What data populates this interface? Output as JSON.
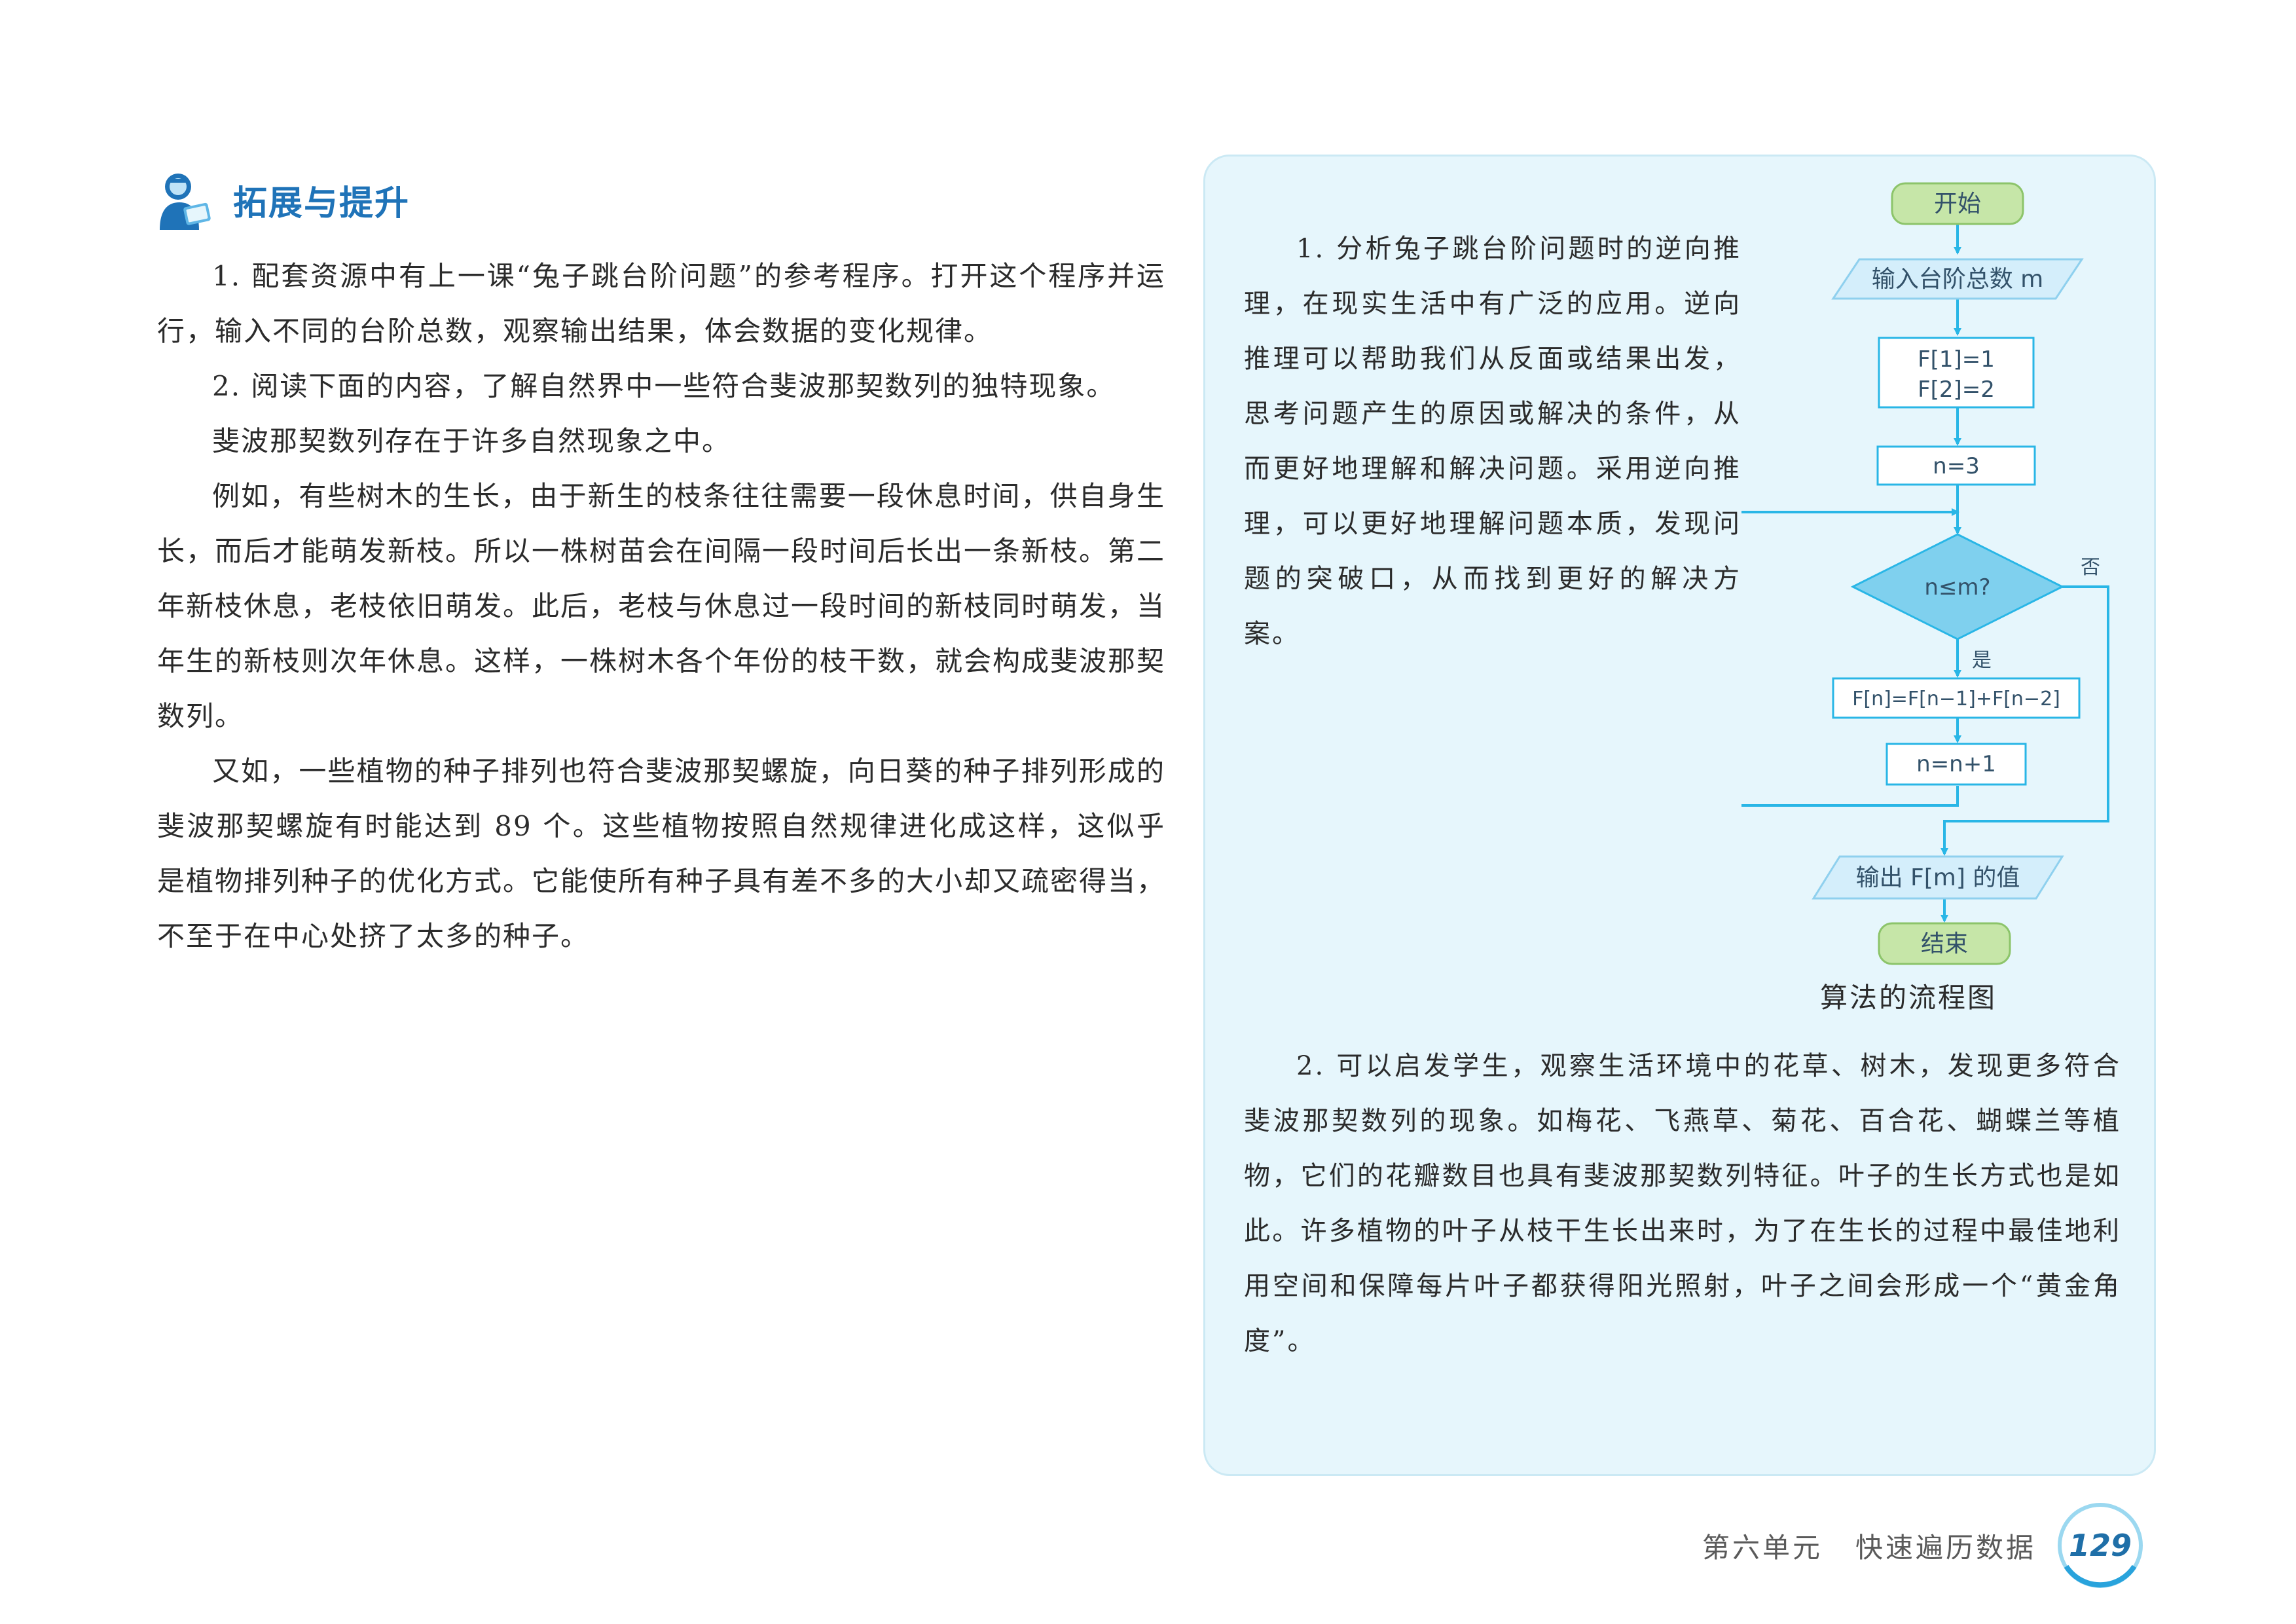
{
  "heading": {
    "title": "拓展与提升",
    "icon": "student-reading-icon"
  },
  "left": {
    "paragraphs": [
      "1. 配套资源中有上一课“兔子跳台阶问题”的参考程序。打开这个程序并运行，输入不同的台阶总数，观察输出结果，体会数据的变化规律。",
      "2. 阅读下面的内容，了解自然界中一些符合斐波那契数列的独特现象。",
      "斐波那契数列存在于许多自然现象之中。",
      "例如，有些树木的生长，由于新生的枝条往往需要一段休息时间，供自身生长，而后才能萌发新枝。所以一株树苗会在间隔一段时间后长出一条新枝。第二年新枝休息，老枝依旧萌发。此后，老枝与休息过一段时间的新枝同时萌发，当年生的新枝则次年休息。这样，一株树木各个年份的枝干数，就会构成斐波那契数列。",
      "又如，一些植物的种子排列也符合斐波那契螺旋，向日葵的种子排列形成的斐波那契螺旋有时能达到 89 个。这些植物按照自然规律进化成这样，这似乎是植物排列种子的优化方式。它能使所有种子具有差不多的大小却又疏密得当，不至于在中心处挤了太多的种子。"
    ]
  },
  "panel": {
    "p1": "1. 分析兔子跳台阶问题时的逆向推理，在现实生活中有广泛的应用。逆向推理可以帮助我们从反面或结果出发，思考问题产生的原因或解决的条件，从而更好地理解和解决问题。采用逆向推理，可以更好地理解问题本质，发现问题的突破口，从而找到更好的解决方案。",
    "p2": "2. 可以启发学生，观察生活环境中的花草、树木，发现更多符合斐波那契数列的现象。如梅花、飞燕草、菊花、百合花、蝴蝶兰等植物，它们的花瓣数目也具有斐波那契数列特征。叶子的生长方式也是如此。许多植物的叶子从枝干生长出来时，为了在生长的过程中最佳地利用空间和保障每片叶子都获得阳光照射，叶子之间会形成一个“黄金角度”。"
  },
  "flowchart": {
    "start": "开始",
    "input": "输入台阶总数 m",
    "init_1": "F[1]=1",
    "init_2": "F[2]=2",
    "set_n": "n=3",
    "condition": "n≤m?",
    "yes": "是",
    "no": "否",
    "compute": "F[n]=F[n−1]+F[n−2]",
    "increment": "n=n+1",
    "output": "输出 F[m] 的值",
    "end": "结束",
    "caption": "算法的流程图",
    "colors": {
      "line": "#29b6e6",
      "terminal_fill": "#c6e6a8",
      "terminal_stroke": "#8cc46a",
      "decision_fill": "#7fd0ee",
      "io_fill": "#d4eefb",
      "box_fill": "#ffffff"
    }
  },
  "footer": {
    "unit": "第六单元",
    "title": "快速遍历数据",
    "page": "129"
  }
}
